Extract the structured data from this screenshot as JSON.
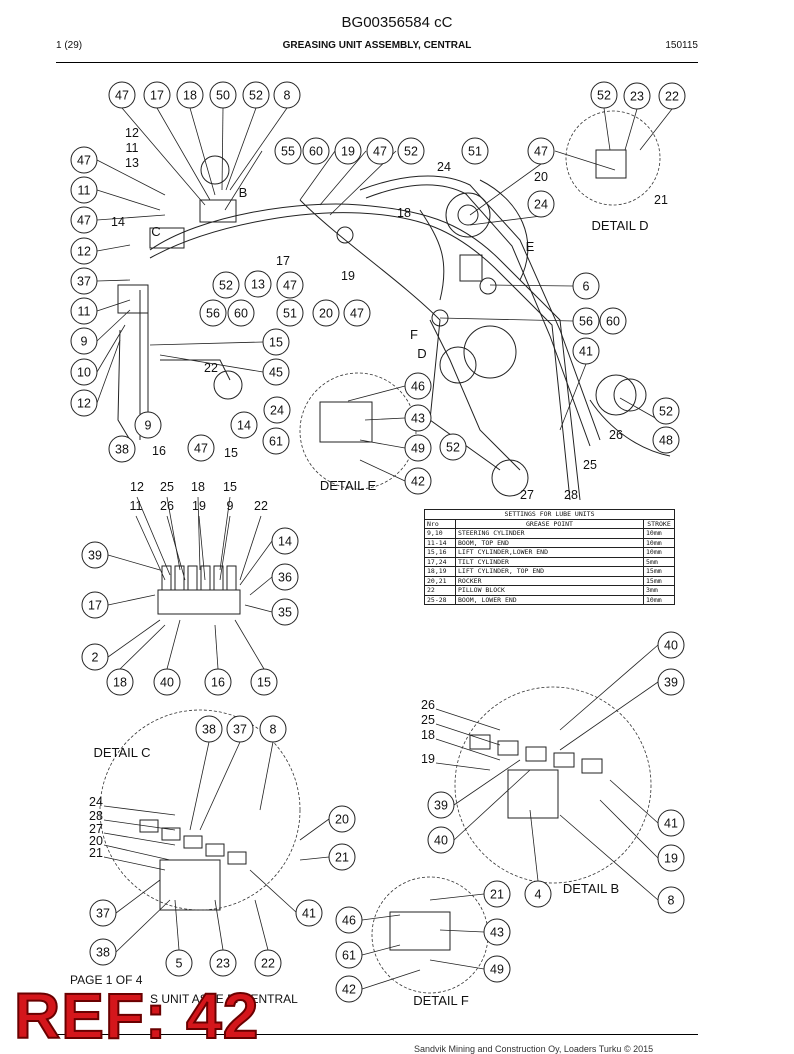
{
  "header": {
    "doc_id": "BG00356584 cC",
    "page": "1 (29)",
    "title": "GREASING UNIT ASSEMBLY, CENTRAL",
    "code": "150115"
  },
  "details": {
    "B": "DETAIL B",
    "C": "DETAIL C",
    "D": "DETAIL D",
    "E": "DETAIL E",
    "F": "DETAIL F"
  },
  "letters": {
    "B": "B",
    "C": "C",
    "D": "D",
    "E": "E",
    "F": "F"
  },
  "page_label": "PAGE 1 OF 4",
  "assembly_label": "S UNIT ASSE     BI     CENTRAL",
  "reference": "REF: 42",
  "footer": "Sandvik Mining and Construction Oy, Loaders Turku © 2015",
  "lube_table": {
    "caption": "SETTINGS FOR LUBE UNITS",
    "headers": [
      "Nro",
      "GREASE POINT",
      "STROKE"
    ],
    "rows": [
      [
        "9,10",
        "STEERING CYLINDER",
        "10mm"
      ],
      [
        "11-14",
        "BOOM, TOP END",
        "10mm"
      ],
      [
        "15,16",
        "LIFT CYLINDER,LOWER END",
        "10mm"
      ],
      [
        "17,24",
        "TILT CYLINDER",
        "5mm"
      ],
      [
        "18,19",
        "LIFT CYLINDER, TOP END",
        "15mm"
      ],
      [
        "20,21",
        "ROCKER",
        "15mm"
      ],
      [
        "22",
        "PILLOW BLOCK",
        "3mm"
      ],
      [
        "25-28",
        "BOOM, LOWER END",
        "10mm"
      ]
    ]
  },
  "callouts": [
    {
      "n": "47"
    },
    {
      "n": "17"
    },
    {
      "n": "18"
    },
    {
      "n": "50"
    },
    {
      "n": "52"
    },
    {
      "n": "8"
    },
    {
      "n": "47"
    },
    {
      "n": "11"
    },
    {
      "n": "47"
    },
    {
      "n": "12"
    },
    {
      "n": "37"
    },
    {
      "n": "11"
    },
    {
      "n": "9"
    },
    {
      "n": "10"
    },
    {
      "n": "12"
    },
    {
      "n": "38"
    },
    {
      "n": "9"
    },
    {
      "n": "47"
    },
    {
      "n": "14"
    },
    {
      "n": "55"
    },
    {
      "n": "60"
    },
    {
      "n": "19"
    },
    {
      "n": "47"
    },
    {
      "n": "52"
    },
    {
      "n": "51"
    },
    {
      "n": "47"
    },
    {
      "n": "24"
    },
    {
      "n": "52"
    },
    {
      "n": "23"
    },
    {
      "n": "22"
    },
    {
      "n": "52"
    },
    {
      "n": "13"
    },
    {
      "n": "47"
    },
    {
      "n": "56"
    },
    {
      "n": "60"
    },
    {
      "n": "51"
    },
    {
      "n": "20"
    },
    {
      "n": "47"
    },
    {
      "n": "15"
    },
    {
      "n": "45"
    },
    {
      "n": "24"
    },
    {
      "n": "61"
    },
    {
      "n": "46"
    },
    {
      "n": "43"
    },
    {
      "n": "49"
    },
    {
      "n": "42"
    },
    {
      "n": "52"
    },
    {
      "n": "6"
    },
    {
      "n": "56"
    },
    {
      "n": "60"
    },
    {
      "n": "41"
    },
    {
      "n": "52"
    },
    {
      "n": "48"
    },
    {
      "n": "39"
    },
    {
      "n": "17"
    },
    {
      "n": "2"
    },
    {
      "n": "18"
    },
    {
      "n": "40"
    },
    {
      "n": "16"
    },
    {
      "n": "15"
    },
    {
      "n": "14"
    },
    {
      "n": "36"
    },
    {
      "n": "35"
    },
    {
      "n": "40"
    },
    {
      "n": "39"
    },
    {
      "n": "39"
    },
    {
      "n": "40"
    },
    {
      "n": "41"
    },
    {
      "n": "19"
    },
    {
      "n": "4"
    },
    {
      "n": "8"
    },
    {
      "n": "38"
    },
    {
      "n": "37"
    },
    {
      "n": "8"
    },
    {
      "n": "20"
    },
    {
      "n": "21"
    },
    {
      "n": "41"
    },
    {
      "n": "37"
    },
    {
      "n": "38"
    },
    {
      "n": "5"
    },
    {
      "n": "23"
    },
    {
      "n": "22"
    },
    {
      "n": "21"
    },
    {
      "n": "46"
    },
    {
      "n": "43"
    },
    {
      "n": "61"
    },
    {
      "n": "49"
    },
    {
      "n": "42"
    }
  ],
  "labels": [
    {
      "t": "12"
    },
    {
      "t": "11"
    },
    {
      "t": "13"
    },
    {
      "t": "14"
    },
    {
      "t": "24"
    },
    {
      "t": "18"
    },
    {
      "t": "17"
    },
    {
      "t": "19"
    },
    {
      "t": "22"
    },
    {
      "t": "16"
    },
    {
      "t": "15"
    },
    {
      "t": "20"
    },
    {
      "t": "21"
    },
    {
      "t": "26"
    },
    {
      "t": "25"
    },
    {
      "t": "27"
    },
    {
      "t": "28"
    },
    {
      "t": "12"
    },
    {
      "t": "25"
    },
    {
      "t": "18"
    },
    {
      "t": "15"
    },
    {
      "t": "11"
    },
    {
      "t": "26"
    },
    {
      "t": "19"
    },
    {
      "t": "9"
    },
    {
      "t": "22"
    },
    {
      "t": "26"
    },
    {
      "t": "25"
    },
    {
      "t": "18"
    },
    {
      "t": "19"
    },
    {
      "t": "24"
    },
    {
      "t": "28"
    },
    {
      "t": "27"
    },
    {
      "t": "20"
    },
    {
      "t": "21"
    }
  ]
}
